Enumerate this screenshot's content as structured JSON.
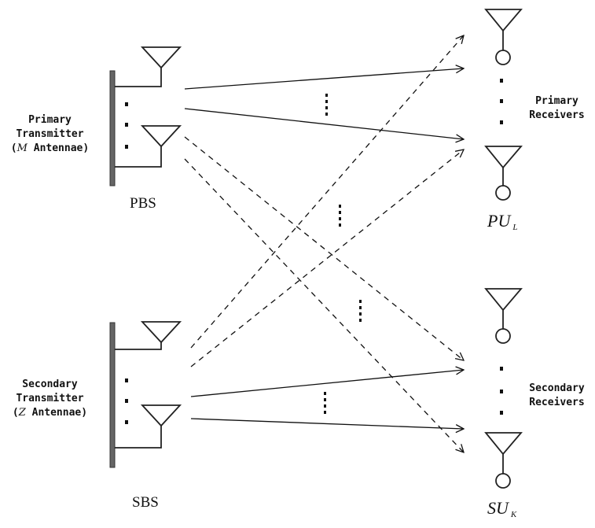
{
  "primary": {
    "tx_line1": "Primary",
    "tx_line2": "Transmitter",
    "tx_antenna_symbol": "M",
    "tx_antenna_word": " Antennae)",
    "station": "PBS",
    "rx_line1": "Primary",
    "rx_line2": "Receivers",
    "rx_symbol": "PU",
    "rx_subscript": "L"
  },
  "secondary": {
    "tx_line1": "Secondary",
    "tx_line2": "Transmitter",
    "tx_antenna_symbol": "Z",
    "tx_antenna_word": " Antennae)",
    "station": "SBS",
    "rx_line1": "Secondary",
    "rx_line2": "Receivers",
    "rx_symbol": "SU",
    "rx_subscript": "K"
  },
  "link_styles": {
    "direct": "solid",
    "interference": "dashed"
  }
}
